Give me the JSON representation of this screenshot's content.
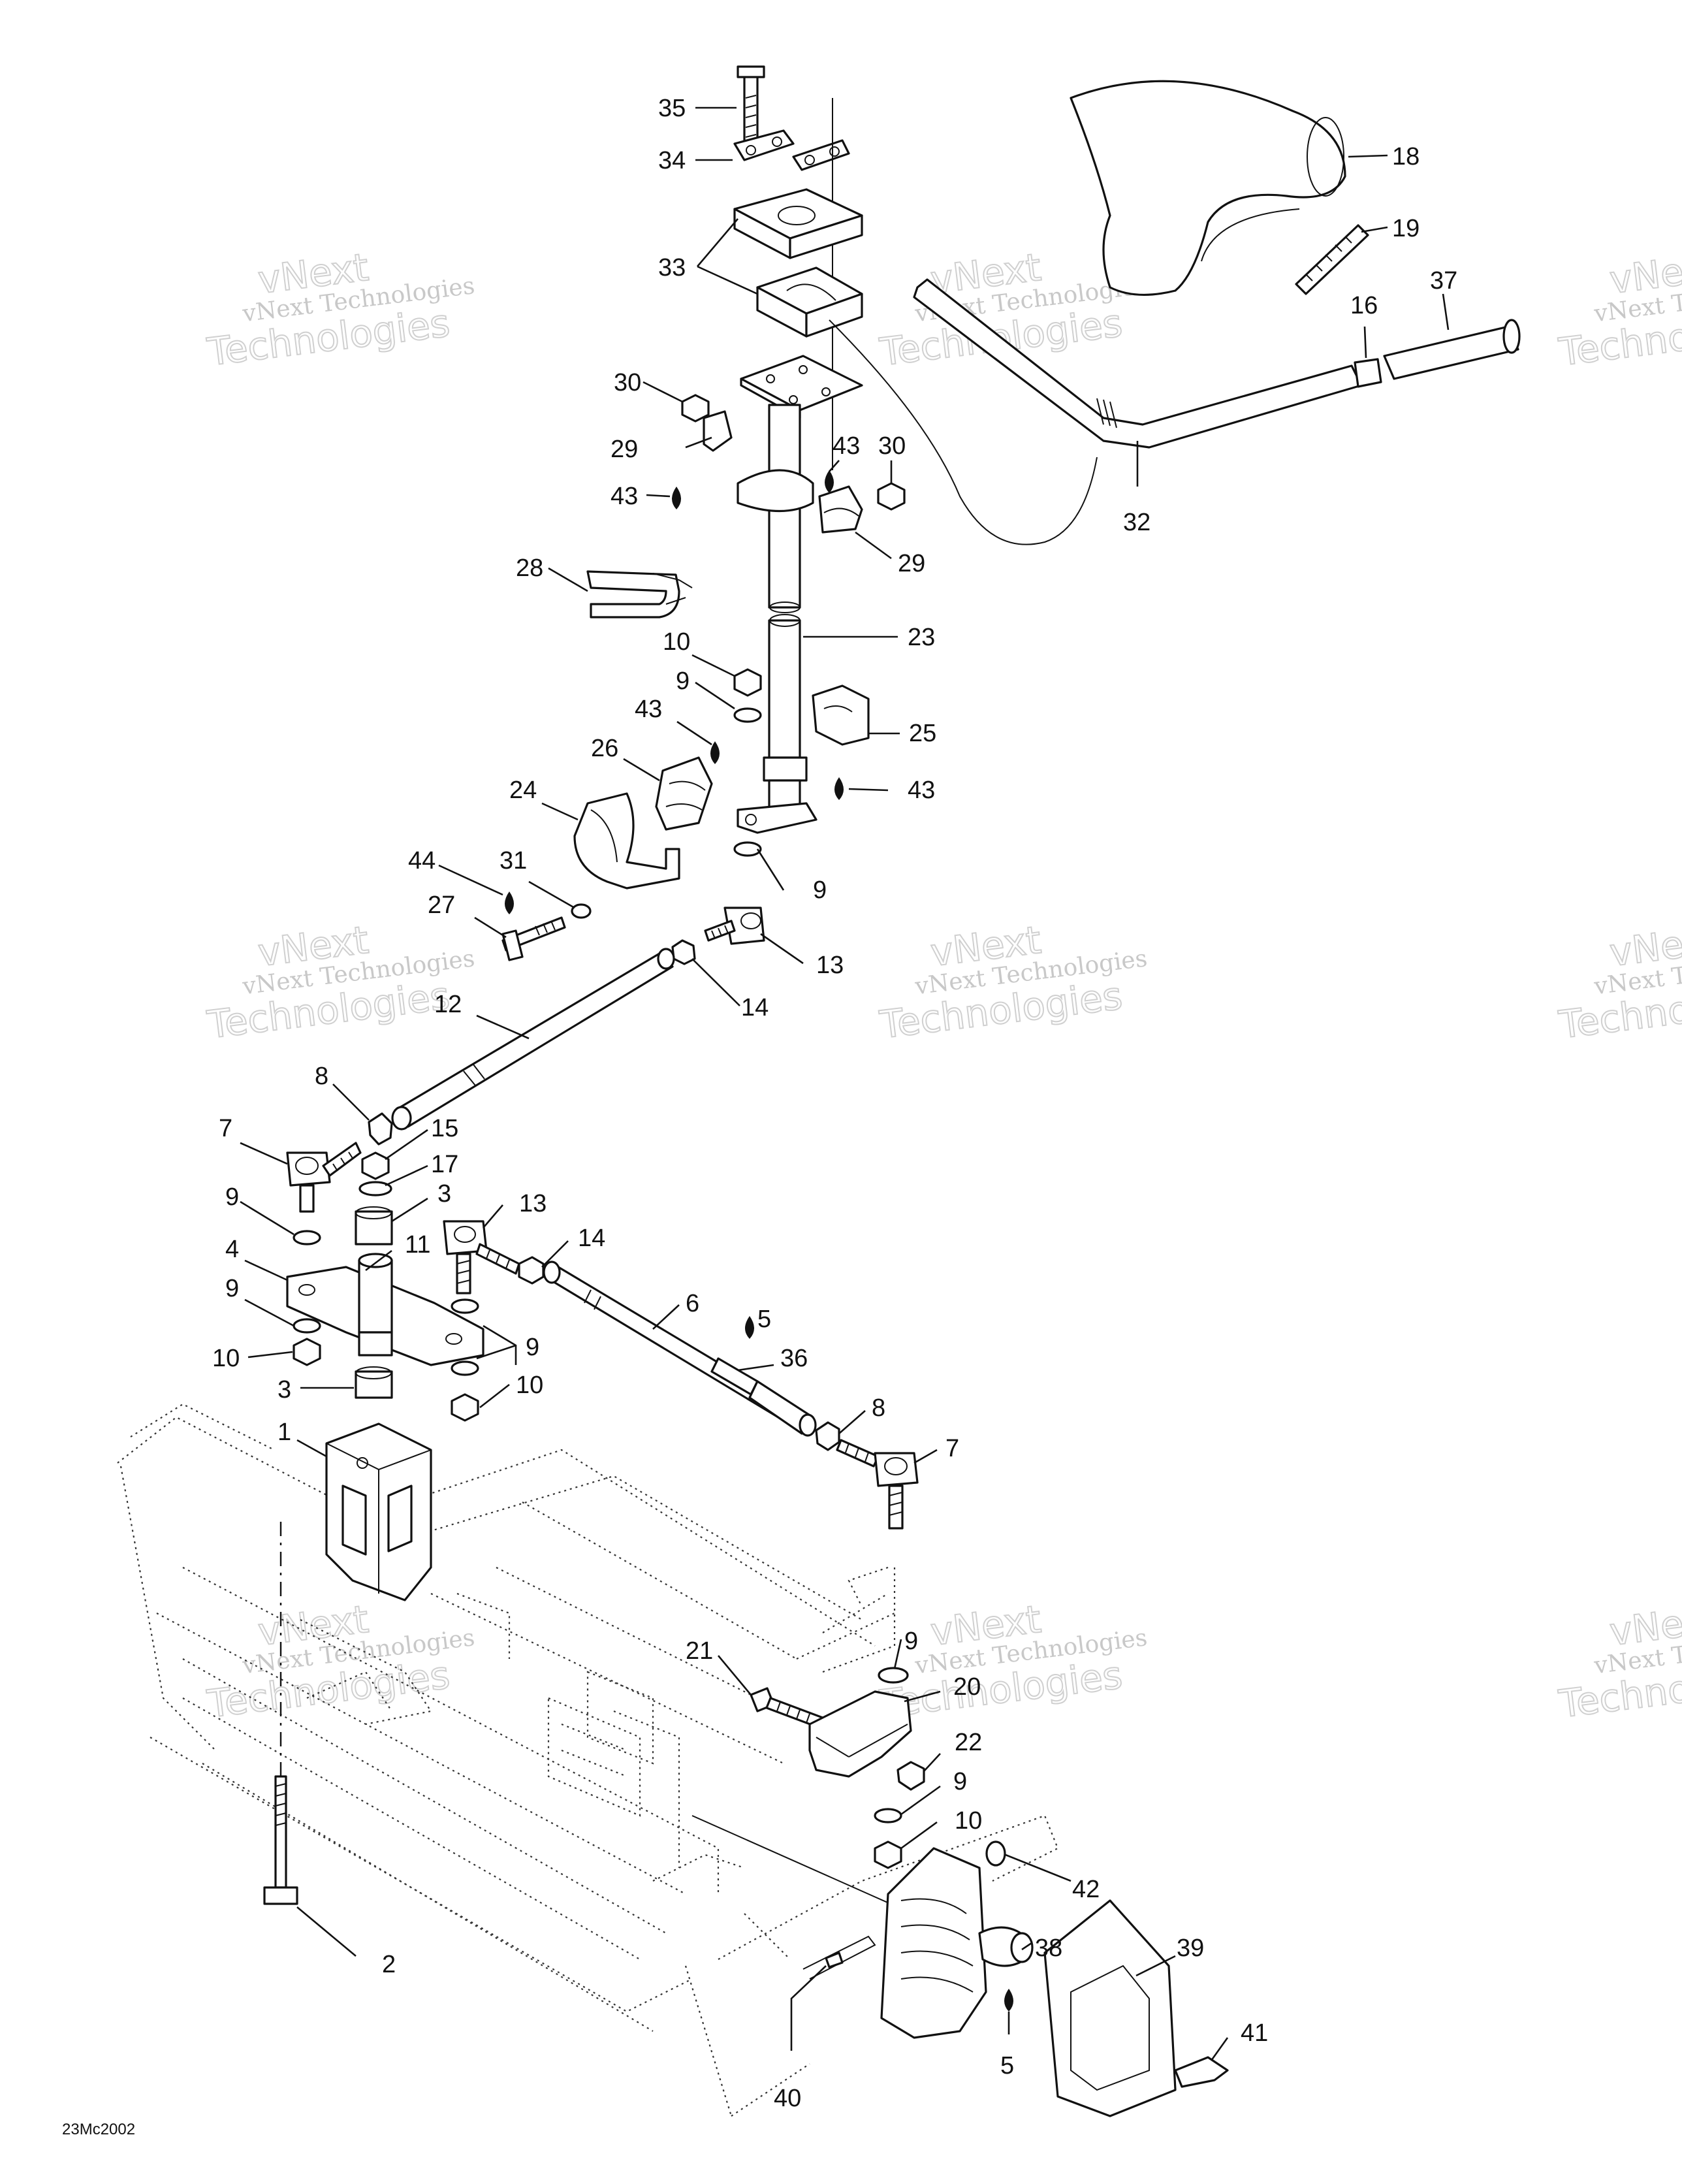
{
  "diagram_code": "23Mc2002",
  "watermark": {
    "line1": "vNext Technologies",
    "line2": "vNext",
    "line3": "Technologies"
  },
  "callouts": [
    {
      "id": "c35",
      "text": "35"
    },
    {
      "id": "c34",
      "text": "34"
    },
    {
      "id": "c33",
      "text": "33"
    },
    {
      "id": "c18",
      "text": "18"
    },
    {
      "id": "c19",
      "text": "19"
    },
    {
      "id": "c16",
      "text": "16"
    },
    {
      "id": "c37",
      "text": "37"
    },
    {
      "id": "c32",
      "text": "32"
    },
    {
      "id": "c30a",
      "text": "30"
    },
    {
      "id": "c29a",
      "text": "29"
    },
    {
      "id": "c43a",
      "text": "43"
    },
    {
      "id": "c43b",
      "text": "43"
    },
    {
      "id": "c30b",
      "text": "30"
    },
    {
      "id": "c29b",
      "text": "29"
    },
    {
      "id": "c28",
      "text": "28"
    },
    {
      "id": "c23",
      "text": "23"
    },
    {
      "id": "c10a",
      "text": "10"
    },
    {
      "id": "c9a",
      "text": "9"
    },
    {
      "id": "c43c",
      "text": "43"
    },
    {
      "id": "c25",
      "text": "25"
    },
    {
      "id": "c26",
      "text": "26"
    },
    {
      "id": "c43d",
      "text": "43"
    },
    {
      "id": "c24",
      "text": "24"
    },
    {
      "id": "c44",
      "text": "44"
    },
    {
      "id": "c31",
      "text": "31"
    },
    {
      "id": "c9b",
      "text": "9"
    },
    {
      "id": "c27",
      "text": "27"
    },
    {
      "id": "c13a",
      "text": "13"
    },
    {
      "id": "c14a",
      "text": "14"
    },
    {
      "id": "c12",
      "text": "12"
    },
    {
      "id": "c8a",
      "text": "8"
    },
    {
      "id": "c15",
      "text": "15"
    },
    {
      "id": "c7a",
      "text": "7"
    },
    {
      "id": "c17",
      "text": "17"
    },
    {
      "id": "c3a",
      "text": "3"
    },
    {
      "id": "c9c",
      "text": "9"
    },
    {
      "id": "c13b",
      "text": "13"
    },
    {
      "id": "c11",
      "text": "11"
    },
    {
      "id": "c14b",
      "text": "14"
    },
    {
      "id": "c4",
      "text": "4"
    },
    {
      "id": "c9d",
      "text": "9"
    },
    {
      "id": "c6",
      "text": "6"
    },
    {
      "id": "c5a",
      "text": "5"
    },
    {
      "id": "c9e",
      "text": "9"
    },
    {
      "id": "c10b",
      "text": "10"
    },
    {
      "id": "c36",
      "text": "36"
    },
    {
      "id": "c3b",
      "text": "3"
    },
    {
      "id": "c10c",
      "text": "10"
    },
    {
      "id": "c8b",
      "text": "8"
    },
    {
      "id": "c1",
      "text": "1"
    },
    {
      "id": "c7b",
      "text": "7"
    },
    {
      "id": "c9f",
      "text": "9"
    },
    {
      "id": "c21",
      "text": "21"
    },
    {
      "id": "c20",
      "text": "20"
    },
    {
      "id": "c22",
      "text": "22"
    },
    {
      "id": "c9g",
      "text": "9"
    },
    {
      "id": "c10d",
      "text": "10"
    },
    {
      "id": "c42",
      "text": "42"
    },
    {
      "id": "c2",
      "text": "2"
    },
    {
      "id": "c39",
      "text": "39"
    },
    {
      "id": "c38",
      "text": "38"
    },
    {
      "id": "c41",
      "text": "41"
    },
    {
      "id": "c40",
      "text": "40"
    },
    {
      "id": "c5b",
      "text": "5"
    }
  ]
}
